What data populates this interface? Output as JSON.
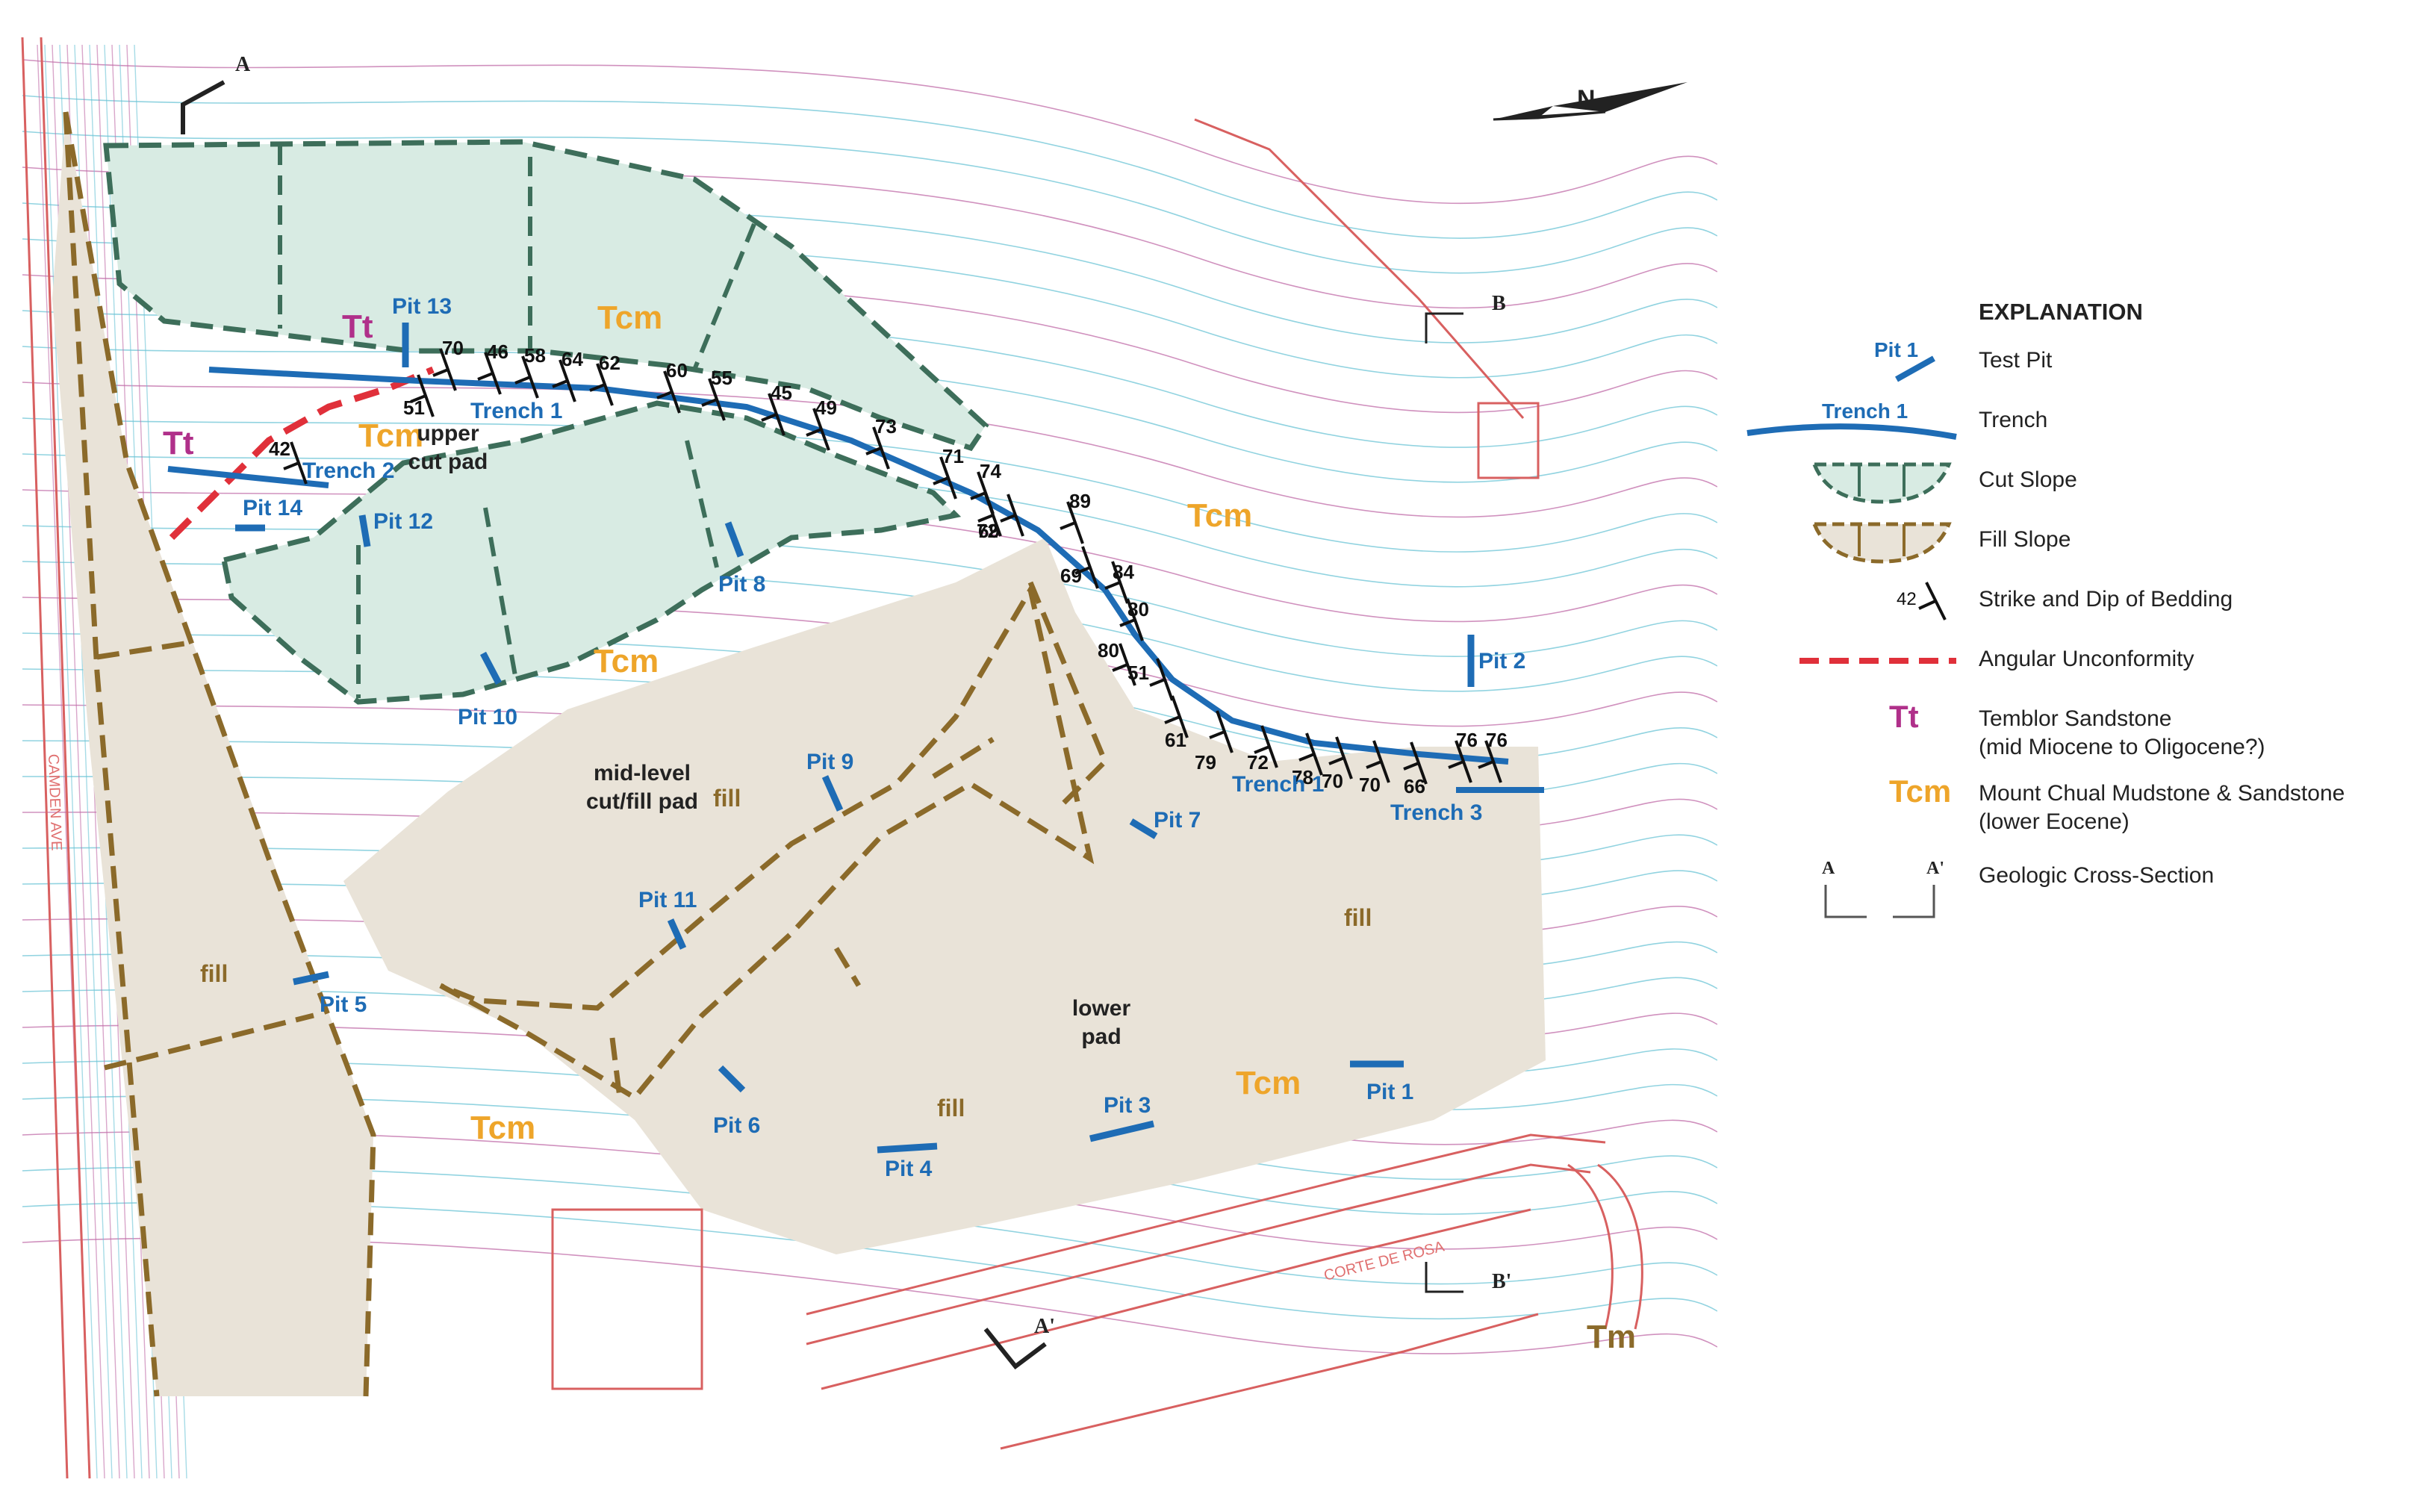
{
  "colors": {
    "cut_fill": "#d8ebe3",
    "cut_line": "#3d6e5a",
    "fill_fill": "#e9e3d8",
    "fill_line": "#8b6a2a",
    "trench": "#1e6cb5",
    "pit": "#1e6cb5",
    "unconformity": "#e0303a",
    "tt": "#b0308a",
    "tcm": "#eea52a",
    "tm": "#8b6a2a",
    "contour_cyan": "#6cc4d6",
    "contour_magenta": "#c06ca8",
    "road": "#e07070",
    "vegetation": "#8cc870"
  },
  "map_labels": {
    "tt_upper": "Tt",
    "tt_left": "Tt",
    "tcm_upper": "Tcm",
    "tcm_pad": "Tcm",
    "tcm_right": "Tcm",
    "tcm_middle": "Tcm",
    "tcm_lower": "Tcm",
    "tcm_bottom_left": "Tcm",
    "tm": "Tm",
    "upper_cut_pad": [
      "upper",
      "cut pad"
    ],
    "mid_level_pad": [
      "mid-level",
      "cut/fill pad"
    ],
    "lower_pad": [
      "lower",
      "pad"
    ],
    "fill_left": "fill",
    "fill_mid": "fill",
    "fill_right": "fill",
    "fill_lower": "fill",
    "trench_1_upper": "Trench 1",
    "trench_1_lower": "Trench 1",
    "trench_2": "Trench 2",
    "trench_3": "Trench 3",
    "street_camden": "CAMDEN AVE",
    "street_corte": "CORTE DE ROSA",
    "north": "N",
    "section_a": "A",
    "section_a_prime": "A'",
    "section_b": "B",
    "section_b_prime": "B'"
  },
  "pits": [
    {
      "label": "Pit 1"
    },
    {
      "label": "Pit 2"
    },
    {
      "label": "Pit 3"
    },
    {
      "label": "Pit 4"
    },
    {
      "label": "Pit 5"
    },
    {
      "label": "Pit 6"
    },
    {
      "label": "Pit 7"
    },
    {
      "label": "Pit 8"
    },
    {
      "label": "Pit 9"
    },
    {
      "label": "Pit 10"
    },
    {
      "label": "Pit 11"
    },
    {
      "label": "Pit 12"
    },
    {
      "label": "Pit 13"
    },
    {
      "label": "Pit 14"
    }
  ],
  "dip_values": [
    "70",
    "46",
    "58",
    "64",
    "62",
    "60",
    "55",
    "45",
    "49",
    "73",
    "71",
    "74",
    "72",
    "69",
    "89",
    "69",
    "84",
    "80",
    "80",
    "51",
    "61",
    "79",
    "72",
    "78",
    "70",
    "70",
    "66",
    "76",
    "76",
    "51",
    "42"
  ],
  "legend": {
    "title": "EXPLANATION",
    "items": [
      {
        "symbol_label": "Pit 1",
        "label": "Test Pit"
      },
      {
        "symbol_label": "Trench 1",
        "label": "Trench"
      },
      {
        "label": "Cut Slope"
      },
      {
        "label": "Fill Slope"
      },
      {
        "symbol_label": "42",
        "label": "Strike and Dip of Bedding"
      },
      {
        "label": "Angular Unconformity"
      },
      {
        "symbol_label": "Tt",
        "label": "Temblor Sandstone",
        "sublabel": "(mid Miocene to Oligocene?)"
      },
      {
        "symbol_label": "Tcm",
        "label": "Mount Chual Mudstone & Sandstone",
        "sublabel": "(lower Eocene)"
      },
      {
        "symbol_label": "A",
        "symbol_label_2": "A'",
        "label": "Geologic Cross-Section"
      }
    ]
  }
}
